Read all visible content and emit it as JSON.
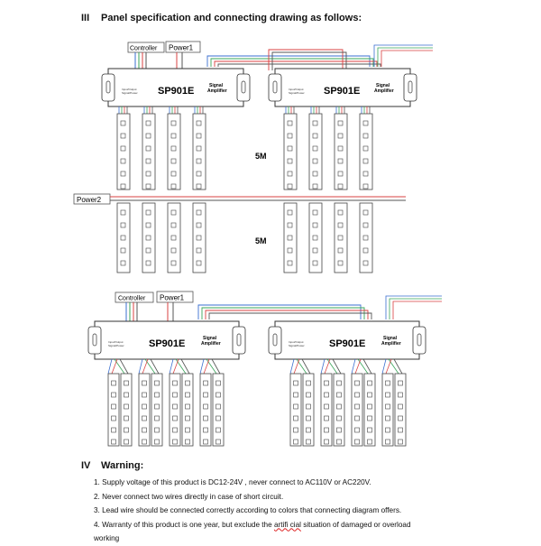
{
  "section3": {
    "num": "III",
    "title": "Panel specification and connecting drawing as follows:"
  },
  "diagram": {
    "controller": "Controller",
    "power1": "Power1",
    "power2": "Power2",
    "model": "SP901E",
    "signal_amp_line1": "Signal",
    "signal_amp_line2": "Amplifier",
    "length_label": "5M",
    "colors": {
      "red": "#d94040",
      "green": "#3aa55a",
      "blue": "#3a6fd0",
      "gray": "#555555"
    }
  },
  "section4": {
    "num": "IV",
    "title": "Warning:"
  },
  "warnings": {
    "w1": "1. Supply voltage of this product is DC12-24V , never connect to AC110V or AC220V.",
    "w2": "2. Never connect two wires directly in case of short circuit.",
    "w3": "3. Lead wire should be connected correctly according to colors that connecting diagram offers.",
    "w4_pre": "4. Warranty of this product is one year, but exclude the ",
    "w4_mid": "artifi cial",
    "w4_post": " situation of damaged or overload",
    "w4_cont": "working"
  }
}
